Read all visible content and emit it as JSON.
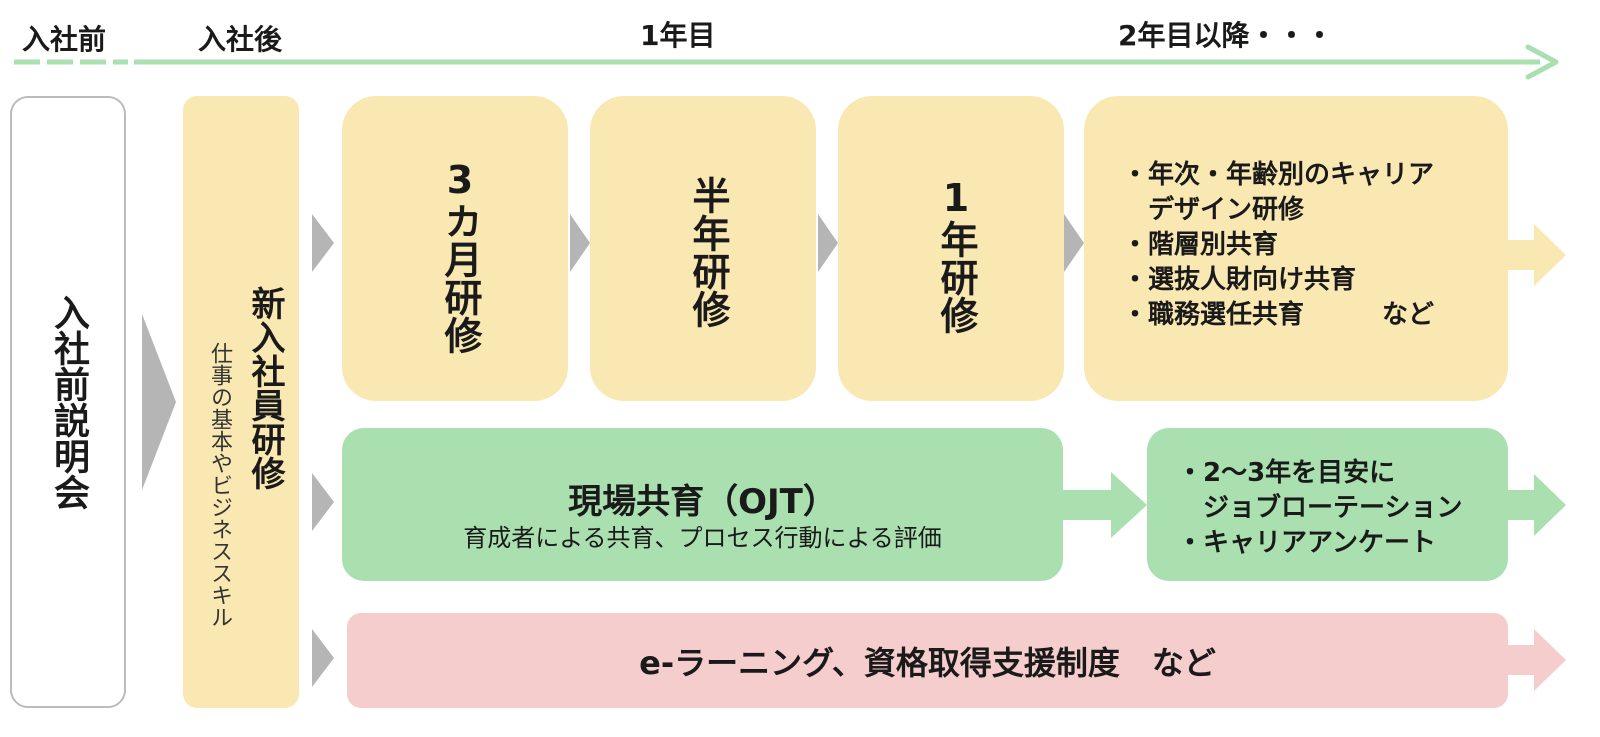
{
  "timeline": {
    "before_join": "入社前",
    "after_join": "入社後",
    "year1": "1年目",
    "year2_plus": "2年目以降・・・"
  },
  "pre_join_session": "入社前説明会",
  "new_hire_training": {
    "title": "新入社員研修",
    "subtitle": "仕事の基本やビジネススキル"
  },
  "trainings": [
    {
      "label": "3カ月研修"
    },
    {
      "label": "半年研修"
    },
    {
      "label": "1年研修"
    }
  ],
  "later_training_items": [
    "・年次・年齢別のキャリア",
    "　デザイン研修",
    "・階層別共育",
    "・選抜人財向け共育",
    "・職務選任共育　　　など"
  ],
  "ojt": {
    "title": "現場共育（OJT）",
    "subtitle": "育成者による共育、プロセス行動による評価"
  },
  "career_items": [
    "・2～3年を目安に",
    "　ジョブローテーション",
    "・キャリアアンケート"
  ],
  "elearning": "e-ラーニング、資格取得支援制度　など",
  "colors": {
    "yellow": "#fae8b2",
    "green": "#aadfb0",
    "pink": "#f5cdcd",
    "gray_arrow": "#b5b5b5",
    "timeline_line": "#aadfb0"
  }
}
